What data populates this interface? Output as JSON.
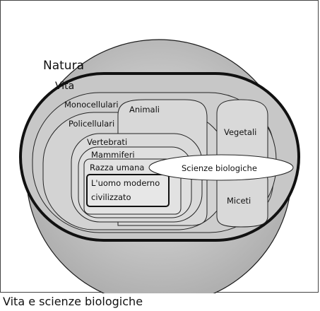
{
  "caption": "Vita e scienze biologiche",
  "diagram": {
    "natura": "Natura",
    "vita": "Vita",
    "monocellulari": "Monocellulari",
    "policellulari": "Policellulari",
    "animali": "Animali",
    "vertebrati": "Vertebrati",
    "mammiferi": "Mammiferi",
    "razza_umana": "Razza umana",
    "uomo_line1": "L'uomo moderno",
    "uomo_line2": "civilizzato",
    "vegetali": "Vegetali",
    "miceti": "Miceti",
    "scienze_biologiche": "Scienze biologiche"
  },
  "colors": {
    "natura_fill": "#bdbdbd",
    "vita_fill": "#c6c6c6",
    "group_fill": "#d2d2d2",
    "inner_fill": "#dcdcdc",
    "innermost_fill": "#e6e6e6",
    "ellipse_fill": "#ffffff",
    "stroke": "#1a1a1a"
  }
}
